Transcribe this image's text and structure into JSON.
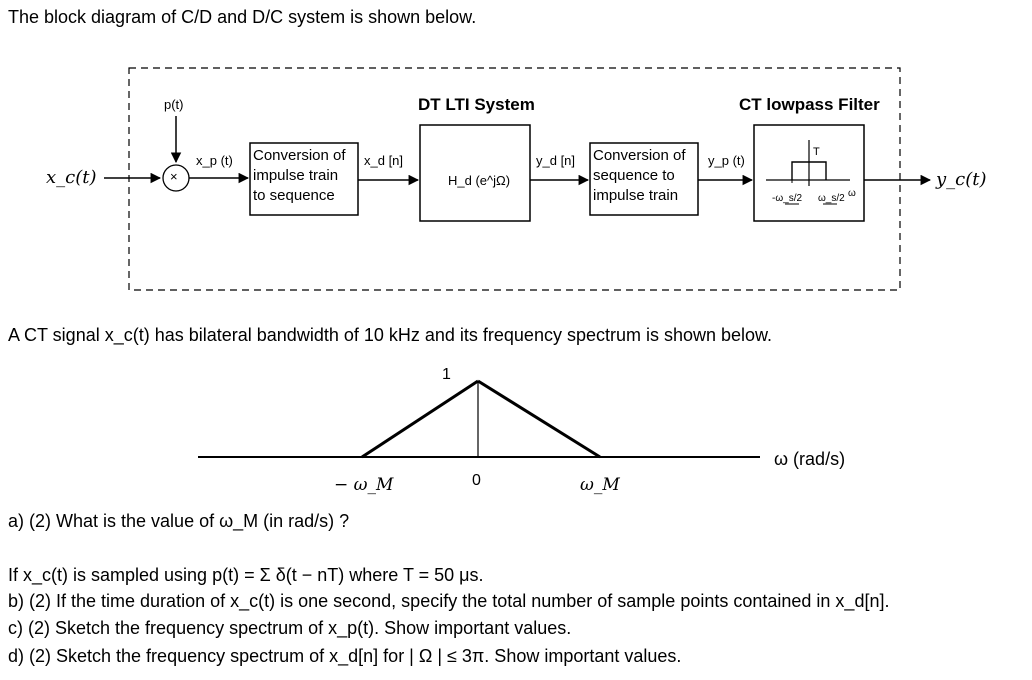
{
  "intro": "The block diagram of C/D and D/C system is shown below.",
  "diagram": {
    "input_label": "x_c(t)",
    "output_label": "y_c(t)",
    "p_label": "p(t)",
    "multiplier_symbol": "×",
    "xp_label": "x_p (t)",
    "block1_lines": [
      "Conversion of",
      "impulse train",
      "to sequence"
    ],
    "xd_label": "x_d [n]",
    "dt_title": "DT LTI System",
    "block2_label": "H_d (e^jΩ)",
    "yd_label": "y_d [n]",
    "block3_lines": [
      "Conversion of",
      "sequence to",
      "impulse train"
    ],
    "yp_label": "y_p (t)",
    "ct_title": "CT lowpass Filter",
    "filter_gain": "T",
    "filter_ticks": [
      "-ω_s/2",
      "ω_s/2"
    ],
    "filter_axis": "ω"
  },
  "signal_text": "A CT signal x_c(t) has bilateral bandwidth of 10 kHz and its frequency spectrum is shown below.",
  "spectrum": {
    "peak_label": "1",
    "left_label": "− ω_M",
    "zero_label": "0",
    "right_label": "ω_M",
    "axis_label": "ω (rad/s)"
  },
  "questions": {
    "a": "a) (2) What is the value of ω_M (in rad/s) ?",
    "sampling": "If x_c(t) is sampled using p(t) = Σ δ(t − nT) where T = 50 μs.",
    "b": "b) (2) If the time duration of x_c(t) is one second, specify the total number of sample points contained in x_d[n].",
    "c": "c) (2) Sketch the frequency spectrum of x_p(t). Show important values.",
    "d": "d) (2) Sketch the frequency spectrum of x_d[n] for | Ω | ≤ 3π. Show important values."
  }
}
